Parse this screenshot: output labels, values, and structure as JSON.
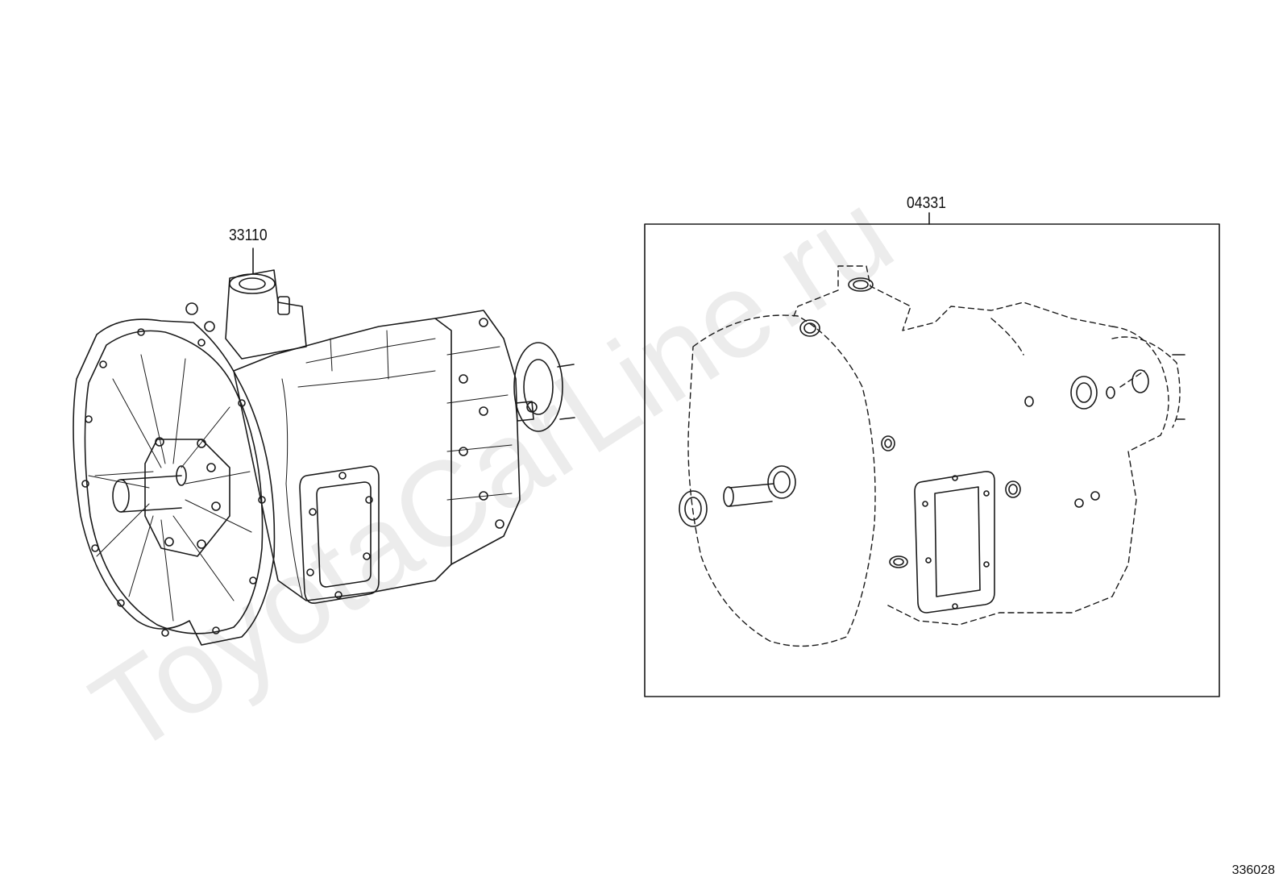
{
  "watermark": "ToyotaCarLine.ru",
  "callouts": {
    "transmission_assy": "33110",
    "gasket_kit": "04331"
  },
  "diagram_id": "336028",
  "colors": {
    "line": "#1a1a1a",
    "watermark": "#ececec",
    "frame": "#222222"
  }
}
